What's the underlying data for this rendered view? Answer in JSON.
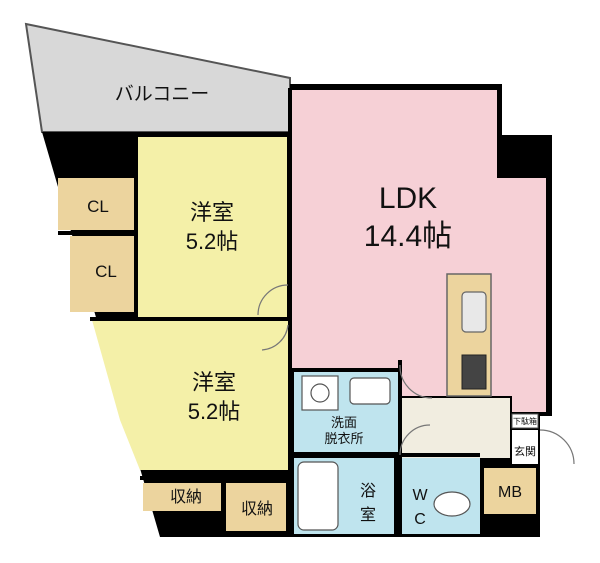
{
  "rooms": {
    "balcony": "バルコニー",
    "ldk": {
      "name": "LDK",
      "size": "14.4帖"
    },
    "western_room_1": {
      "name": "洋室",
      "size": "5.2帖"
    },
    "western_room_2": {
      "name": "洋室",
      "size": "5.2帖"
    },
    "closet_1": "CL",
    "closet_2": "CL",
    "storage_1": "収納",
    "storage_2": "収納",
    "washroom_line1": "洗面",
    "washroom_line2": "脱衣所",
    "bath_line1": "浴",
    "bath_line2": "室",
    "wc_line1": "W",
    "wc_line2": "C",
    "entrance": "玄関",
    "shoe_box": "下駄箱",
    "meter_box": "MB"
  },
  "colors": {
    "wall": "#000000",
    "ldk_floor": "#f6d0d6",
    "western_floor": "#f4f0a8",
    "storage_floor": "#ecd49e",
    "wet_area_floor": "#bfe4ee",
    "entrance_floor": "#f1ede0",
    "balcony_floor": "#d8d8d8",
    "kitchen_counter": "#ecd49e"
  }
}
